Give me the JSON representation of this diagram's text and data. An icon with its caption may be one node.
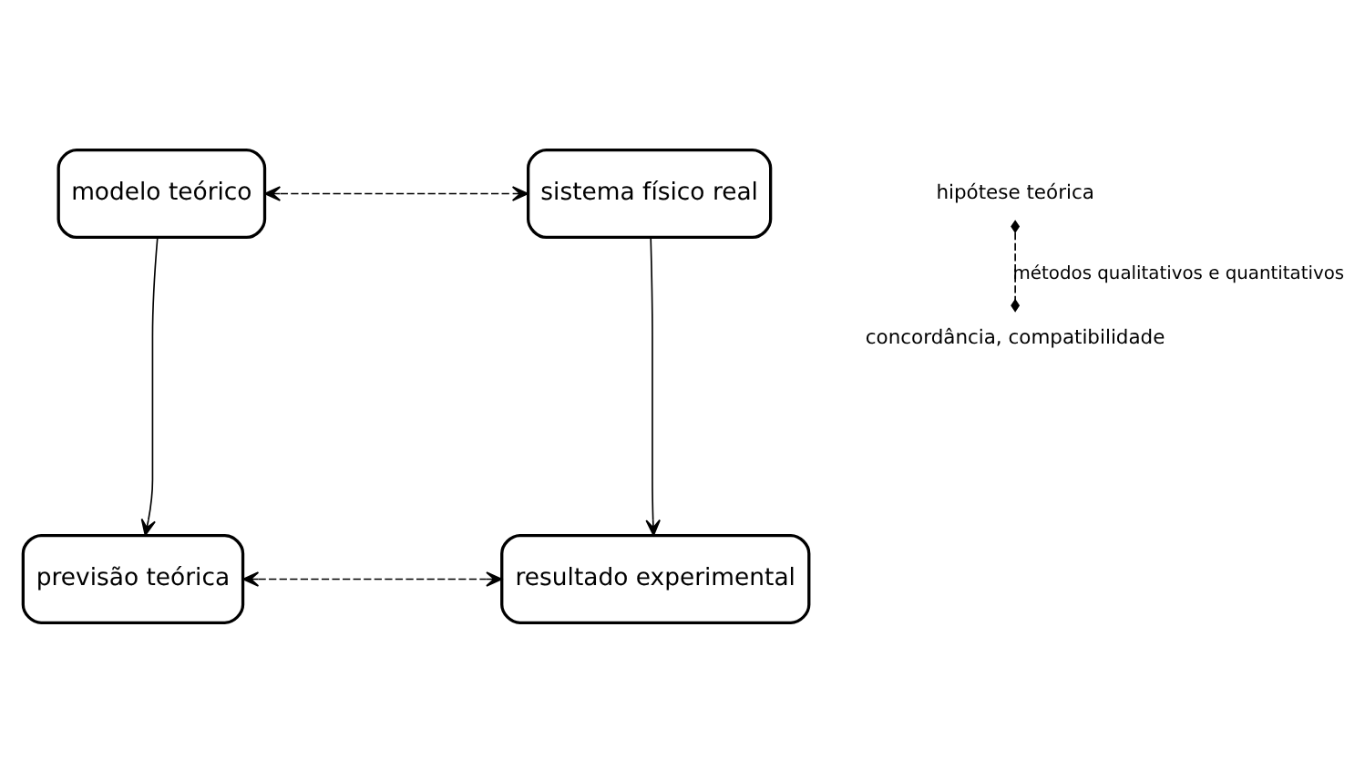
{
  "diagram": {
    "nodes": [
      {
        "text": [
          "modelo teórico"
        ]
      },
      {
        "text": [
          "sistema físico real"
        ]
      },
      {
        "text": [
          "previsão teórica"
        ]
      },
      {
        "text": [
          "resultado experimental"
        ]
      },
      {
        "text": [
          "hipótese teórica"
        ]
      },
      {
        "text": [
          "concordância, compatibilidade"
        ]
      }
    ],
    "edges": [
      {
        "from": 0,
        "to": 1,
        "arrow": "both",
        "style": "dashed"
      },
      {
        "from": 0,
        "to": 2,
        "arrow": "to"
      },
      {
        "from": 1,
        "to": 3,
        "arrow": "to"
      },
      {
        "from": 2,
        "to": 3,
        "arrow": "both",
        "style": "dashed"
      },
      {
        "from": 4,
        "to": 5,
        "arrow": "other",
        "style": "dashed",
        "label": "métodos qualitativos e quantitativos"
      }
    ]
  }
}
